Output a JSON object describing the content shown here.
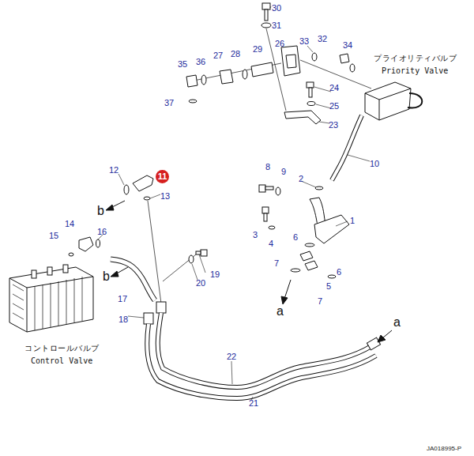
{
  "diagram": {
    "labels": [
      "30",
      "31",
      "33",
      "32",
      "34",
      "26",
      "35",
      "36",
      "27",
      "28",
      "29",
      "プライオリティバルブ",
      "Priority Valve",
      "24",
      "25",
      "37",
      "23",
      "10",
      "12",
      "11",
      "13",
      "8",
      "9",
      "2",
      "1",
      "b",
      "3",
      "4",
      "6",
      "7",
      "6",
      "5",
      "7",
      "a",
      "14",
      "16",
      "15",
      "b",
      "17",
      "19",
      "20",
      "18",
      "22",
      "21",
      "a",
      "コントロールバルブ",
      "Control Valve",
      "JA018995-P"
    ]
  }
}
